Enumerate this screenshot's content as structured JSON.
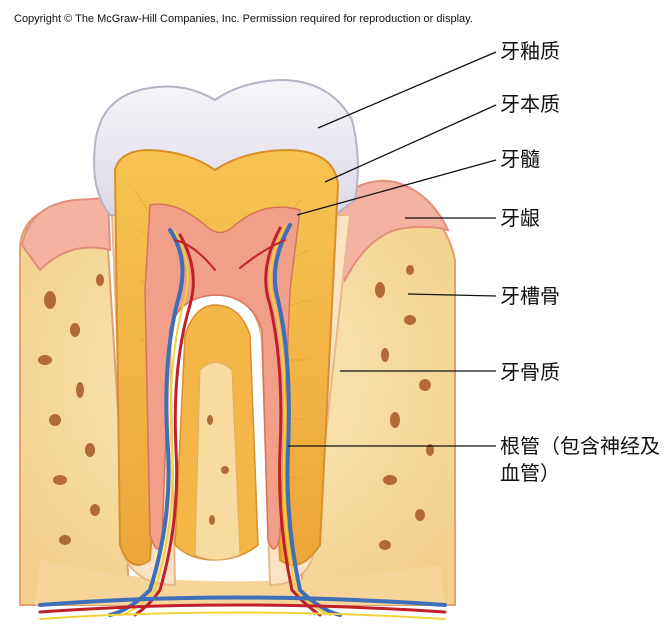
{
  "copyright": "Copyright © The McGraw-Hill Companies, Inc. Permission required for reproduction or display.",
  "labels": {
    "enamel": "牙釉质",
    "dentin": "牙本质",
    "pulp": "牙髓",
    "gingiva": "牙龈",
    "alveolar_bone": "牙槽骨",
    "cementum": "牙骨质",
    "root_canal": "根管（包含神经及血管）"
  },
  "colors": {
    "enamel": "#ece9f1",
    "dentin": "#f1b33c",
    "pulp": "#f2a48e",
    "gingiva": "#f6b9a8",
    "bone": "#f8dca2",
    "vein": "#3f6fb6",
    "artery": "#c0202a",
    "nerve": "#f0d23a"
  }
}
